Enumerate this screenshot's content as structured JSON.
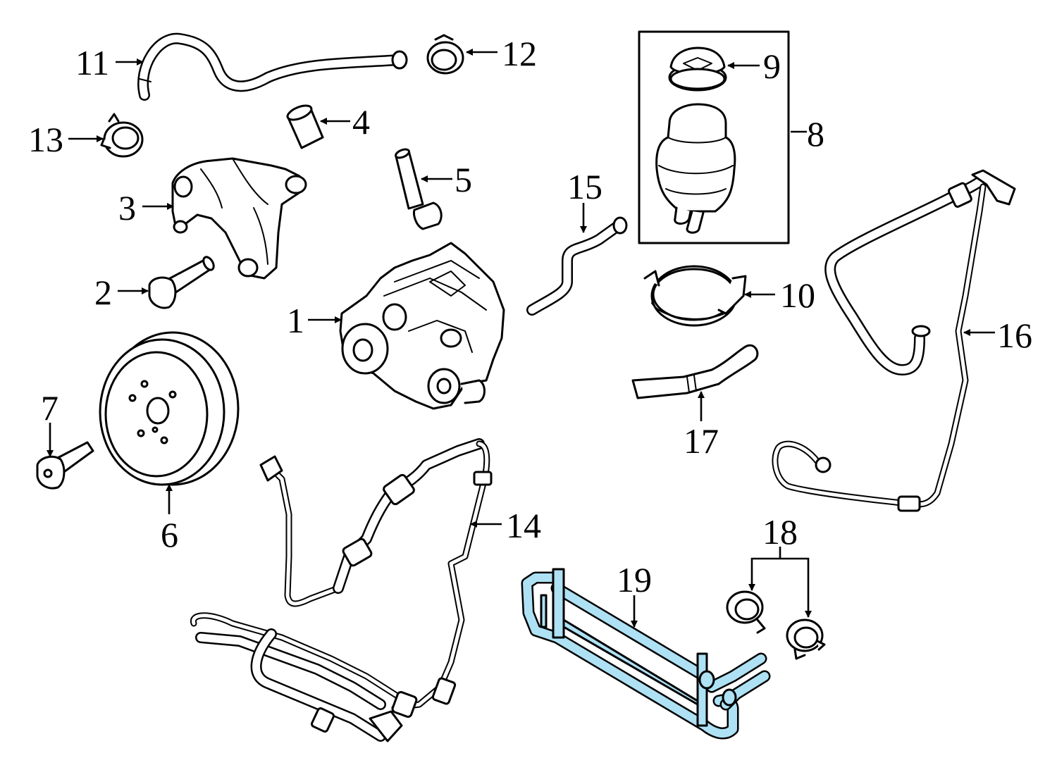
{
  "diagram": {
    "highlight_color": "#aee1f4",
    "line_color": "#000000",
    "background": "#ffffff"
  },
  "callouts": [
    {
      "id": "1",
      "label": "1"
    },
    {
      "id": "2",
      "label": "2"
    },
    {
      "id": "3",
      "label": "3"
    },
    {
      "id": "4",
      "label": "4"
    },
    {
      "id": "5",
      "label": "5"
    },
    {
      "id": "6",
      "label": "6"
    },
    {
      "id": "7",
      "label": "7"
    },
    {
      "id": "8",
      "label": "8"
    },
    {
      "id": "9",
      "label": "9"
    },
    {
      "id": "10",
      "label": "10"
    },
    {
      "id": "11",
      "label": "11"
    },
    {
      "id": "12",
      "label": "12"
    },
    {
      "id": "13",
      "label": "13"
    },
    {
      "id": "14",
      "label": "14"
    },
    {
      "id": "15",
      "label": "15"
    },
    {
      "id": "16",
      "label": "16"
    },
    {
      "id": "17",
      "label": "17"
    },
    {
      "id": "18",
      "label": "18"
    },
    {
      "id": "19",
      "label": "19"
    }
  ],
  "highlighted_part": "19"
}
